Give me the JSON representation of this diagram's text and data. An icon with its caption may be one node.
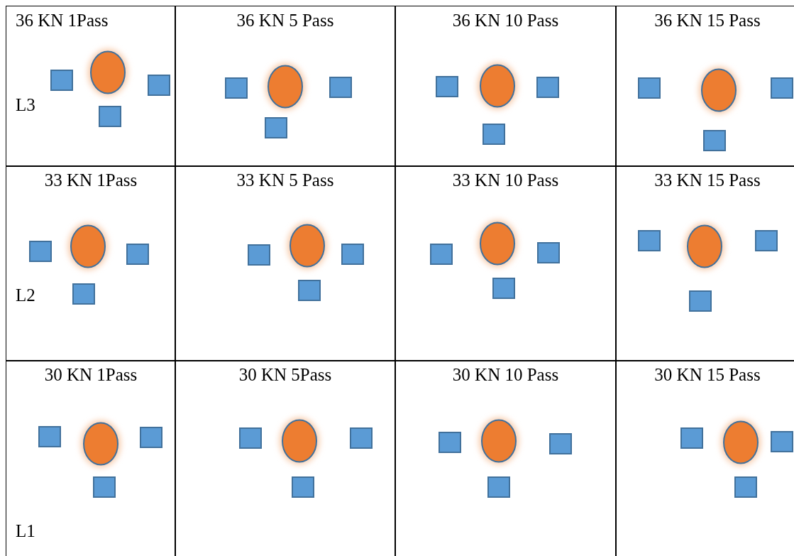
{
  "diagram": {
    "nodes": [
      {
        "text": [
          "36 KN 1Pass",
          "L3"
        ]
      },
      {
        "text": [
          "36 KN 5 Pass"
        ]
      },
      {
        "text": [
          "36 KN 10 Pass"
        ]
      },
      {
        "text": [
          "36 KN 15 Pass"
        ]
      },
      {
        "text": [
          "33 KN 1Pass",
          "L2"
        ]
      },
      {
        "text": [
          "33 KN 5 Pass"
        ]
      },
      {
        "text": [
          "33 KN 10 Pass"
        ]
      },
      {
        "text": [
          "33 KN 15 Pass"
        ]
      },
      {
        "text": [
          "30 KN 1Pass",
          "L1"
        ]
      },
      {
        "text": [
          "30 KN 5Pass"
        ]
      },
      {
        "text": [
          "30 KN 10 Pass"
        ]
      },
      {
        "text": [
          "30 KN 15 Pass"
        ]
      }
    ]
  }
}
